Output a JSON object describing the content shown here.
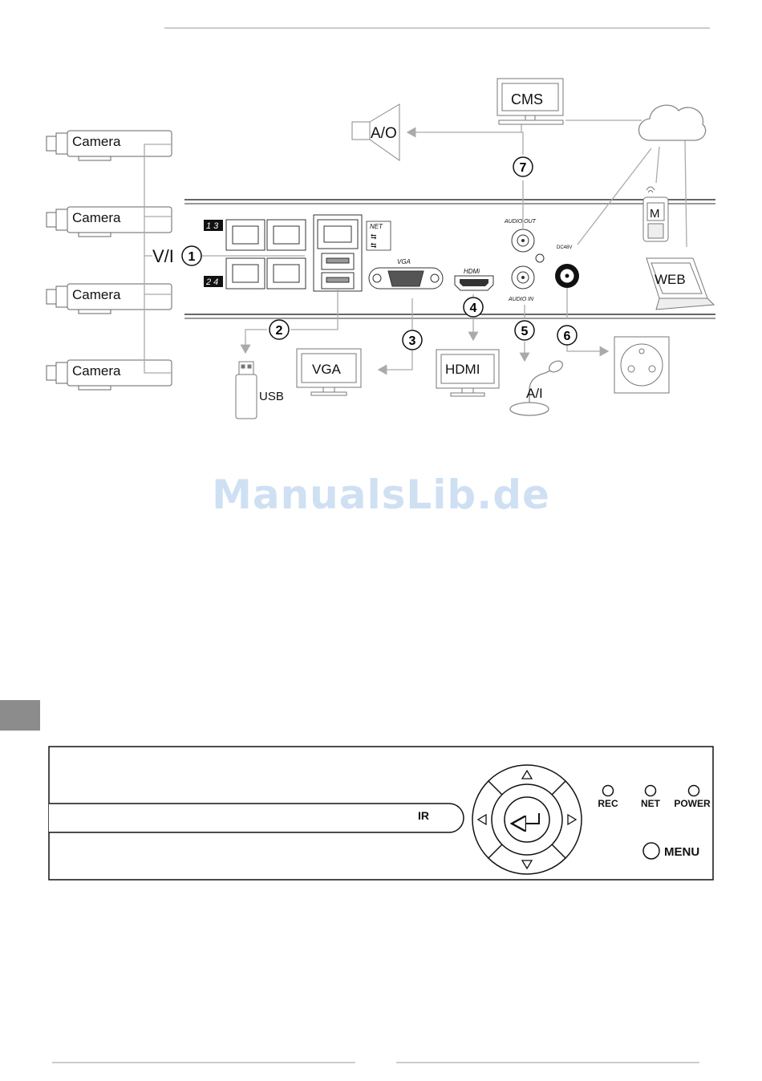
{
  "rear_panel": {
    "cameras": [
      "Camera",
      "Camera",
      "Camera",
      "Camera"
    ],
    "video_input_label": "V/I",
    "port_labels": {
      "channels_top": "1 3",
      "channels_bottom": "2 4",
      "net": "NET",
      "vga": "VGA",
      "hdmi": "HDMi",
      "audio_out": "AUDIO OUT",
      "audio_in": "AUDIO IN",
      "dc": "DC48V"
    },
    "callouts": [
      "1",
      "2",
      "3",
      "4",
      "5",
      "6",
      "7"
    ],
    "devices": {
      "audio_out": "A/O",
      "cms": "CMS",
      "mobile": "M",
      "web": "WEB",
      "usb": "USB",
      "vga_monitor": "VGA",
      "hdmi_monitor": "HDMI",
      "audio_in": "A/I"
    }
  },
  "watermark": "ManualsLib.de",
  "front_panel": {
    "ir_label": "IR",
    "leds": [
      "REC",
      "NET",
      "POWER"
    ],
    "menu_label": "MENU"
  }
}
